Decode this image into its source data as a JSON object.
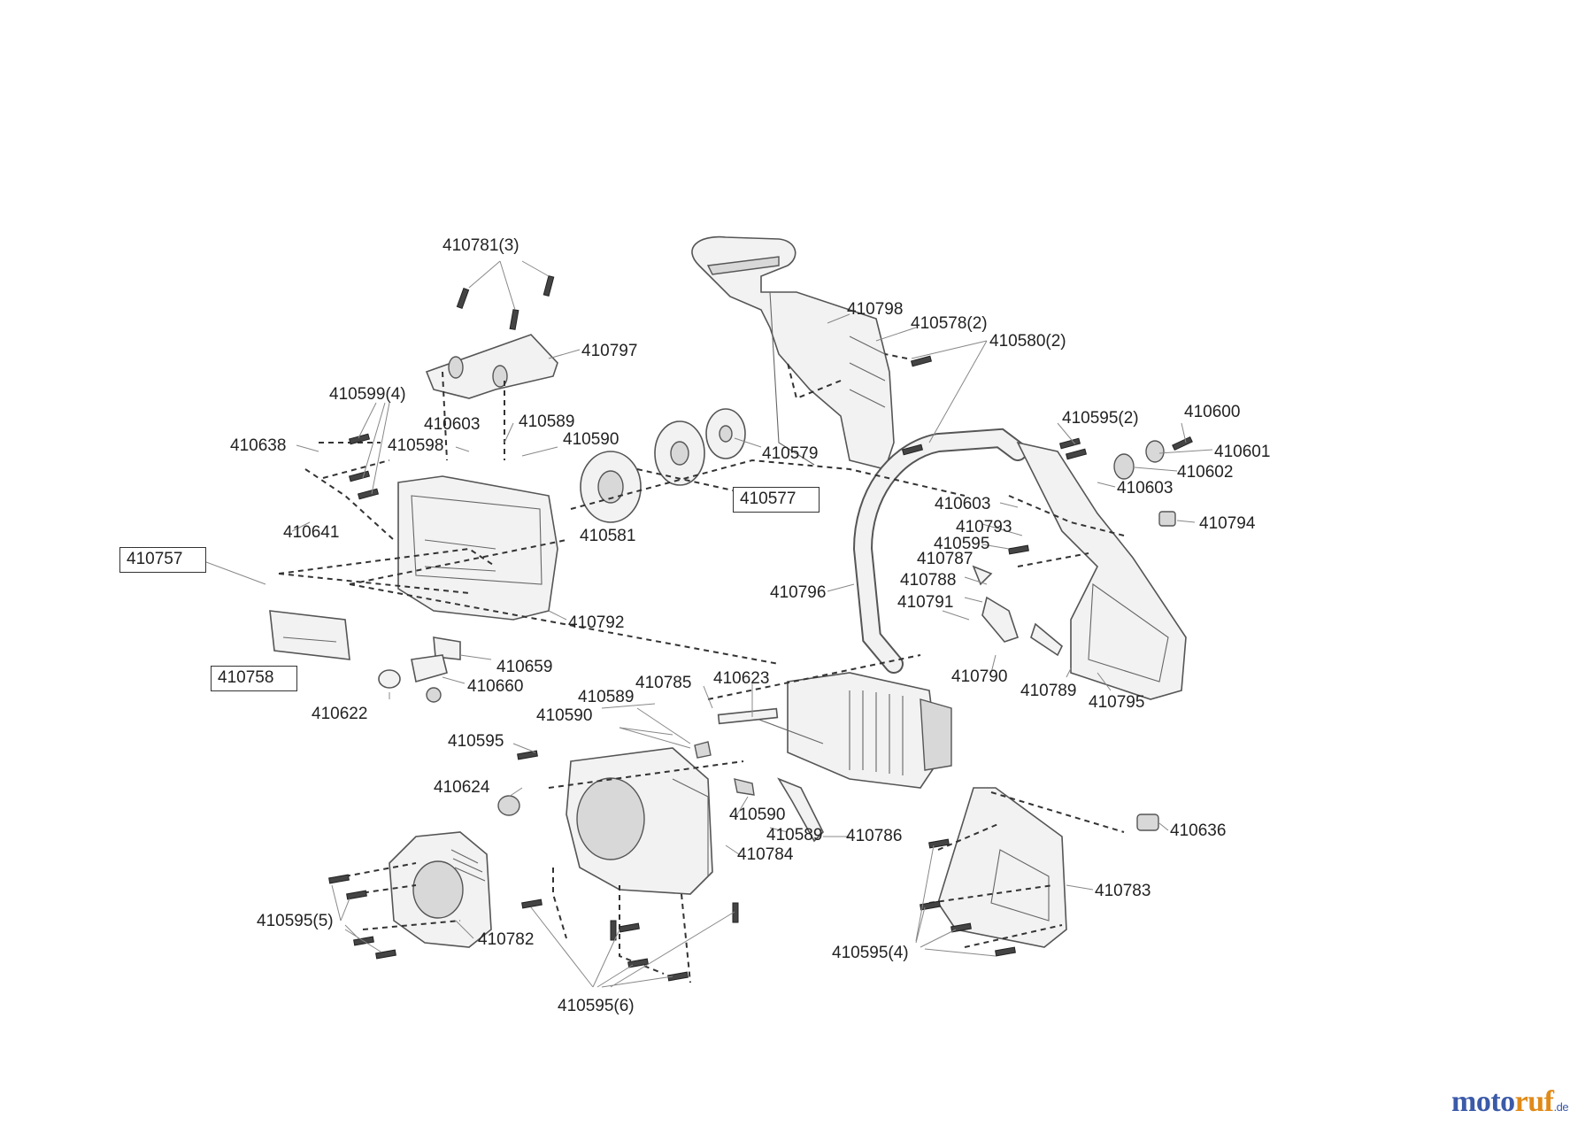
{
  "labels": {
    "p410781": "410781(3)",
    "p410797": "410797",
    "p410798": "410798",
    "p410578": "410578(2)",
    "p410580": "410580(2)",
    "p410599": "410599(4)",
    "p410638": "410638",
    "p410603a": "410603",
    "p410589a": "410589",
    "p410598": "410598",
    "p410590a": "410590",
    "p410579": "410579",
    "p410595_2": "410595(2)",
    "p410600": "410600",
    "p410601": "410601",
    "p410602": "410602",
    "p410603b": "410603",
    "p410577": "410577",
    "p410603c": "410603",
    "p410641": "410641",
    "p410581": "410581",
    "p410793": "410793",
    "p410794": "410794",
    "p410757": "410757",
    "p410595a": "410595",
    "p410787": "410787",
    "p410788": "410788",
    "p410796": "410796",
    "p410791": "410791",
    "p410792": "410792",
    "p410659": "410659",
    "p410758": "410758",
    "p410660": "410660",
    "p410790": "410790",
    "p410789": "410789",
    "p410795": "410795",
    "p410785": "410785",
    "p410623": "410623",
    "p410589b": "410589",
    "p410622": "410622",
    "p410590b": "410590",
    "p410595b": "410595",
    "p410624": "410624",
    "p410590c": "410590",
    "p410589c": "410589",
    "p410786": "410786",
    "p410636": "410636",
    "p410784": "410784",
    "p410783": "410783",
    "p410595_5": "410595(5)",
    "p410782": "410782",
    "p410595_4": "410595(4)",
    "p410595_6": "410595(6)"
  },
  "logo": {
    "main1": "moto",
    "main2": "ruf",
    "tld": ".de"
  }
}
